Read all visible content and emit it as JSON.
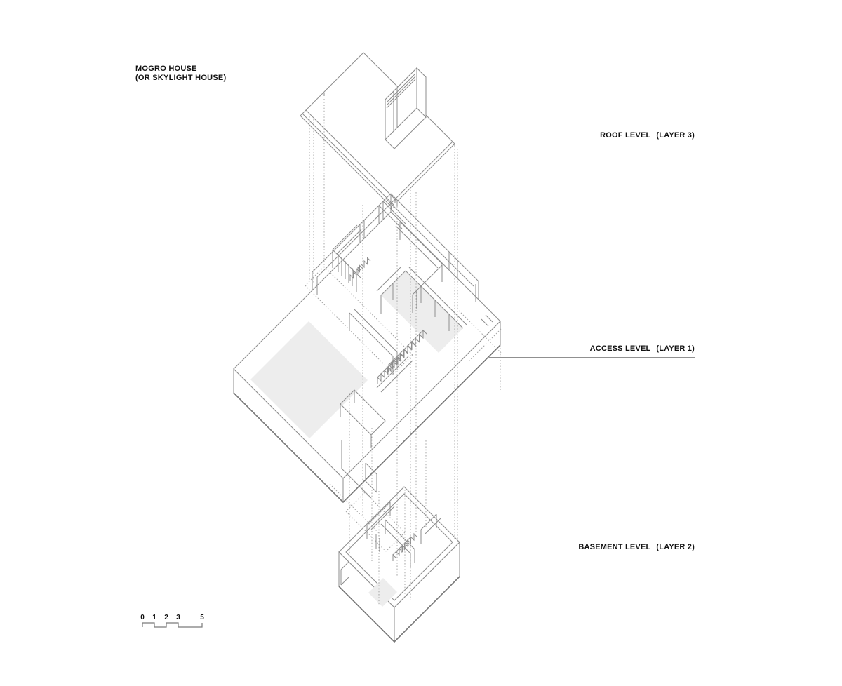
{
  "title": {
    "line1": "MOGRO HOUSE",
    "line2": "(OR SKYLIGHT HOUSE)"
  },
  "labels": {
    "roof": {
      "name": "ROOF LEVEL",
      "layer": "(LAYER 3)"
    },
    "access": {
      "name": "ACCESS LEVEL",
      "layer": "(LAYER 1)"
    },
    "basement": {
      "name": "BASEMENT LEVEL",
      "layer": "(LAYER 2)"
    }
  },
  "scale_bar": {
    "ticks": [
      "0",
      "1",
      "2",
      "3",
      "5"
    ]
  },
  "colors": {
    "background": "#ffffff",
    "line": "#8e8e8e",
    "line_dark": "#767676",
    "dashed_line": "#a4a4a4",
    "floor_fill": "#ededed",
    "leader": "#909090",
    "text": "#111111"
  }
}
